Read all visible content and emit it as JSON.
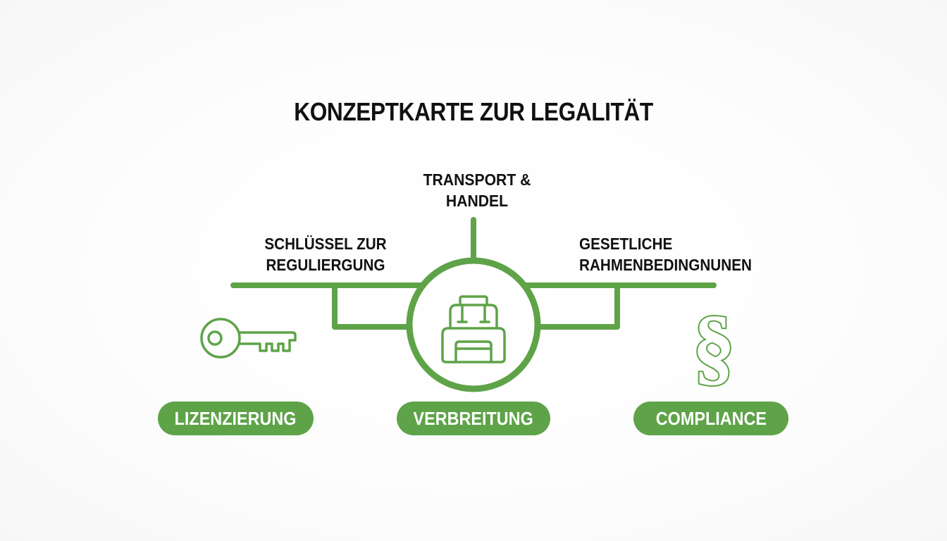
{
  "title": "KONZEPTKARTE ZUR LEGALITÄT",
  "colors": {
    "accent": "#5ea348",
    "text": "#111111",
    "background": "#fbfbfb"
  },
  "nodes": {
    "top": {
      "line1": "TRANSPORT &",
      "line2": "HANDEL"
    },
    "left": {
      "line1": "SCHLÜSSEL ZUR",
      "line2": "REGULIERGUNG",
      "icon": "key-icon"
    },
    "right": {
      "line1": "GESETLICHE",
      "line2": "RAHMENBEDINGNUNEN",
      "icon": "paragraph-icon"
    },
    "center": {
      "icon": "backpack-icon"
    }
  },
  "pills": {
    "left": "LIZENZIERUNG",
    "center": "VERBREITUNG",
    "right": "COMPLIANCE"
  }
}
